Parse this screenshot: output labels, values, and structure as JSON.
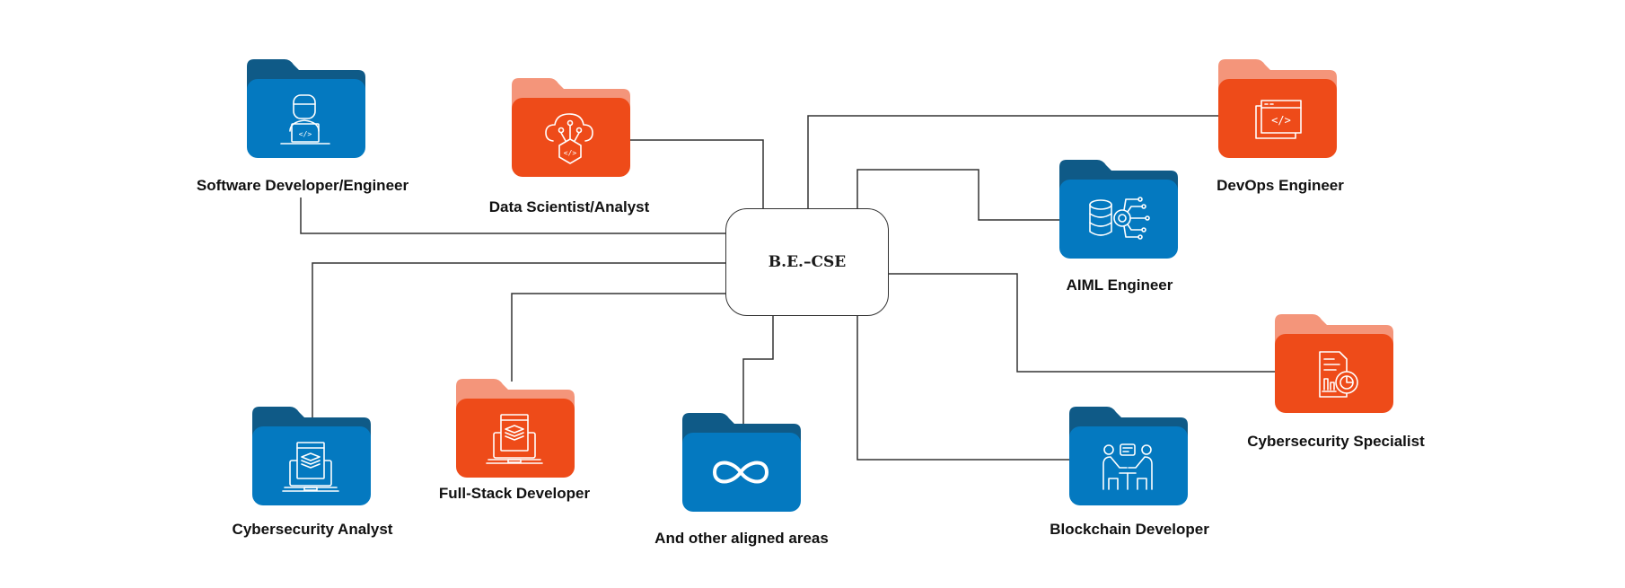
{
  "hub": {
    "label": "B.E.–CSE"
  },
  "colors": {
    "blue_front": "#0479C0",
    "blue_back": "#0F5A87",
    "orange_front": "#EE4B19",
    "orange_back": "#F4957A",
    "line": "#333333"
  },
  "nodes": [
    {
      "id": "software-developer",
      "label": "Software Developer/Engineer",
      "color": "blue",
      "icon": "developer-laptop-icon"
    },
    {
      "id": "data-scientist",
      "label": "Data Scientist/Analyst",
      "color": "orange",
      "icon": "cloud-code-network-icon"
    },
    {
      "id": "devops-engineer",
      "label": "DevOps Engineer",
      "color": "orange",
      "icon": "browser-code-icon"
    },
    {
      "id": "aiml-engineer",
      "label": "AIML Engineer",
      "color": "blue",
      "icon": "database-gear-network-icon"
    },
    {
      "id": "cybersecurity-specialist",
      "label": "Cybersecurity Specialist",
      "color": "orange",
      "icon": "report-chart-icon"
    },
    {
      "id": "blockchain-developer",
      "label": "Blockchain Developer",
      "color": "blue",
      "icon": "people-discussion-icon"
    },
    {
      "id": "other-areas",
      "label": "And other aligned areas",
      "color": "blue",
      "icon": "infinity-icon"
    },
    {
      "id": "full-stack-developer",
      "label": "Full-Stack Developer",
      "color": "orange",
      "icon": "laptop-layers-icon"
    },
    {
      "id": "cybersecurity-analyst",
      "label": "Cybersecurity Analyst",
      "color": "blue",
      "icon": "laptop-layers-icon"
    }
  ]
}
